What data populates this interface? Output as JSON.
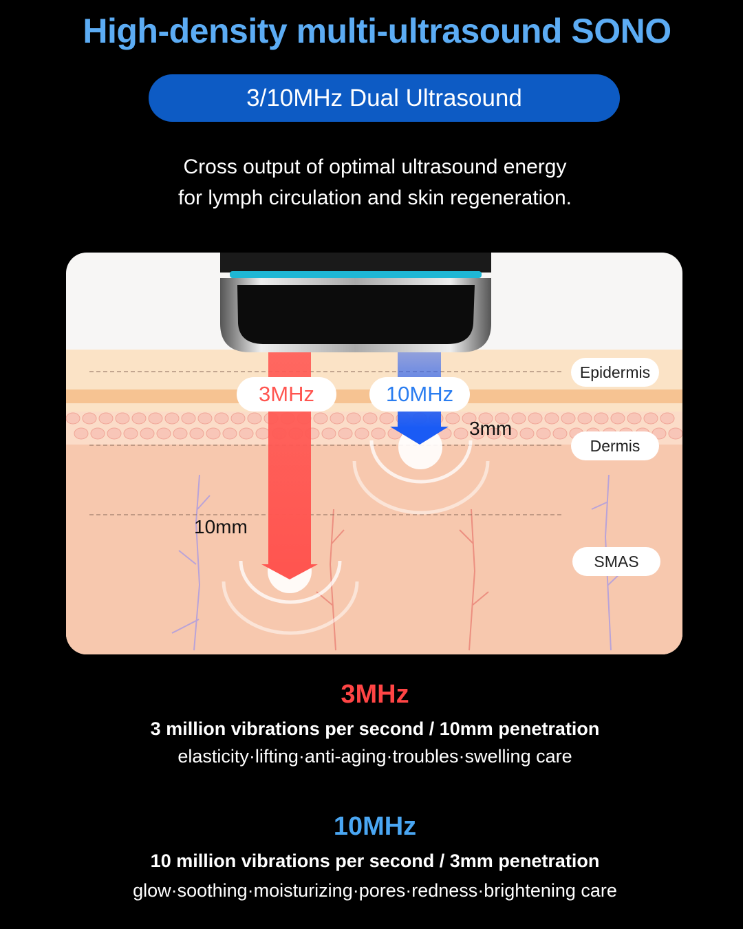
{
  "title": "High-density multi-ultrasound SONO",
  "badge": "3/10MHz Dual Ultrasound",
  "subtitle": [
    "Cross output of optimal ultrasound energy",
    "for lymph circulation and skin regeneration."
  ],
  "diagram": {
    "freq_3": "3MHz",
    "freq_10": "10MHz",
    "depth_3": "3mm",
    "depth_10": "10mm",
    "layers": [
      "Epidermis",
      "Dermis",
      "SMAS"
    ]
  },
  "sections": [
    {
      "heading": "3MHz",
      "color": "#ff4545",
      "line1": "3 million vibrations per second / 10mm penetration",
      "line2": "elasticity·lifting·anti-aging·troubles·swelling care"
    },
    {
      "heading": "10MHz",
      "color": "#4aa6f2",
      "line1": "10 million vibrations per second / 3mm penetration",
      "line2": "glow·soothing·moisturizing·pores·redness·brightening care"
    }
  ]
}
